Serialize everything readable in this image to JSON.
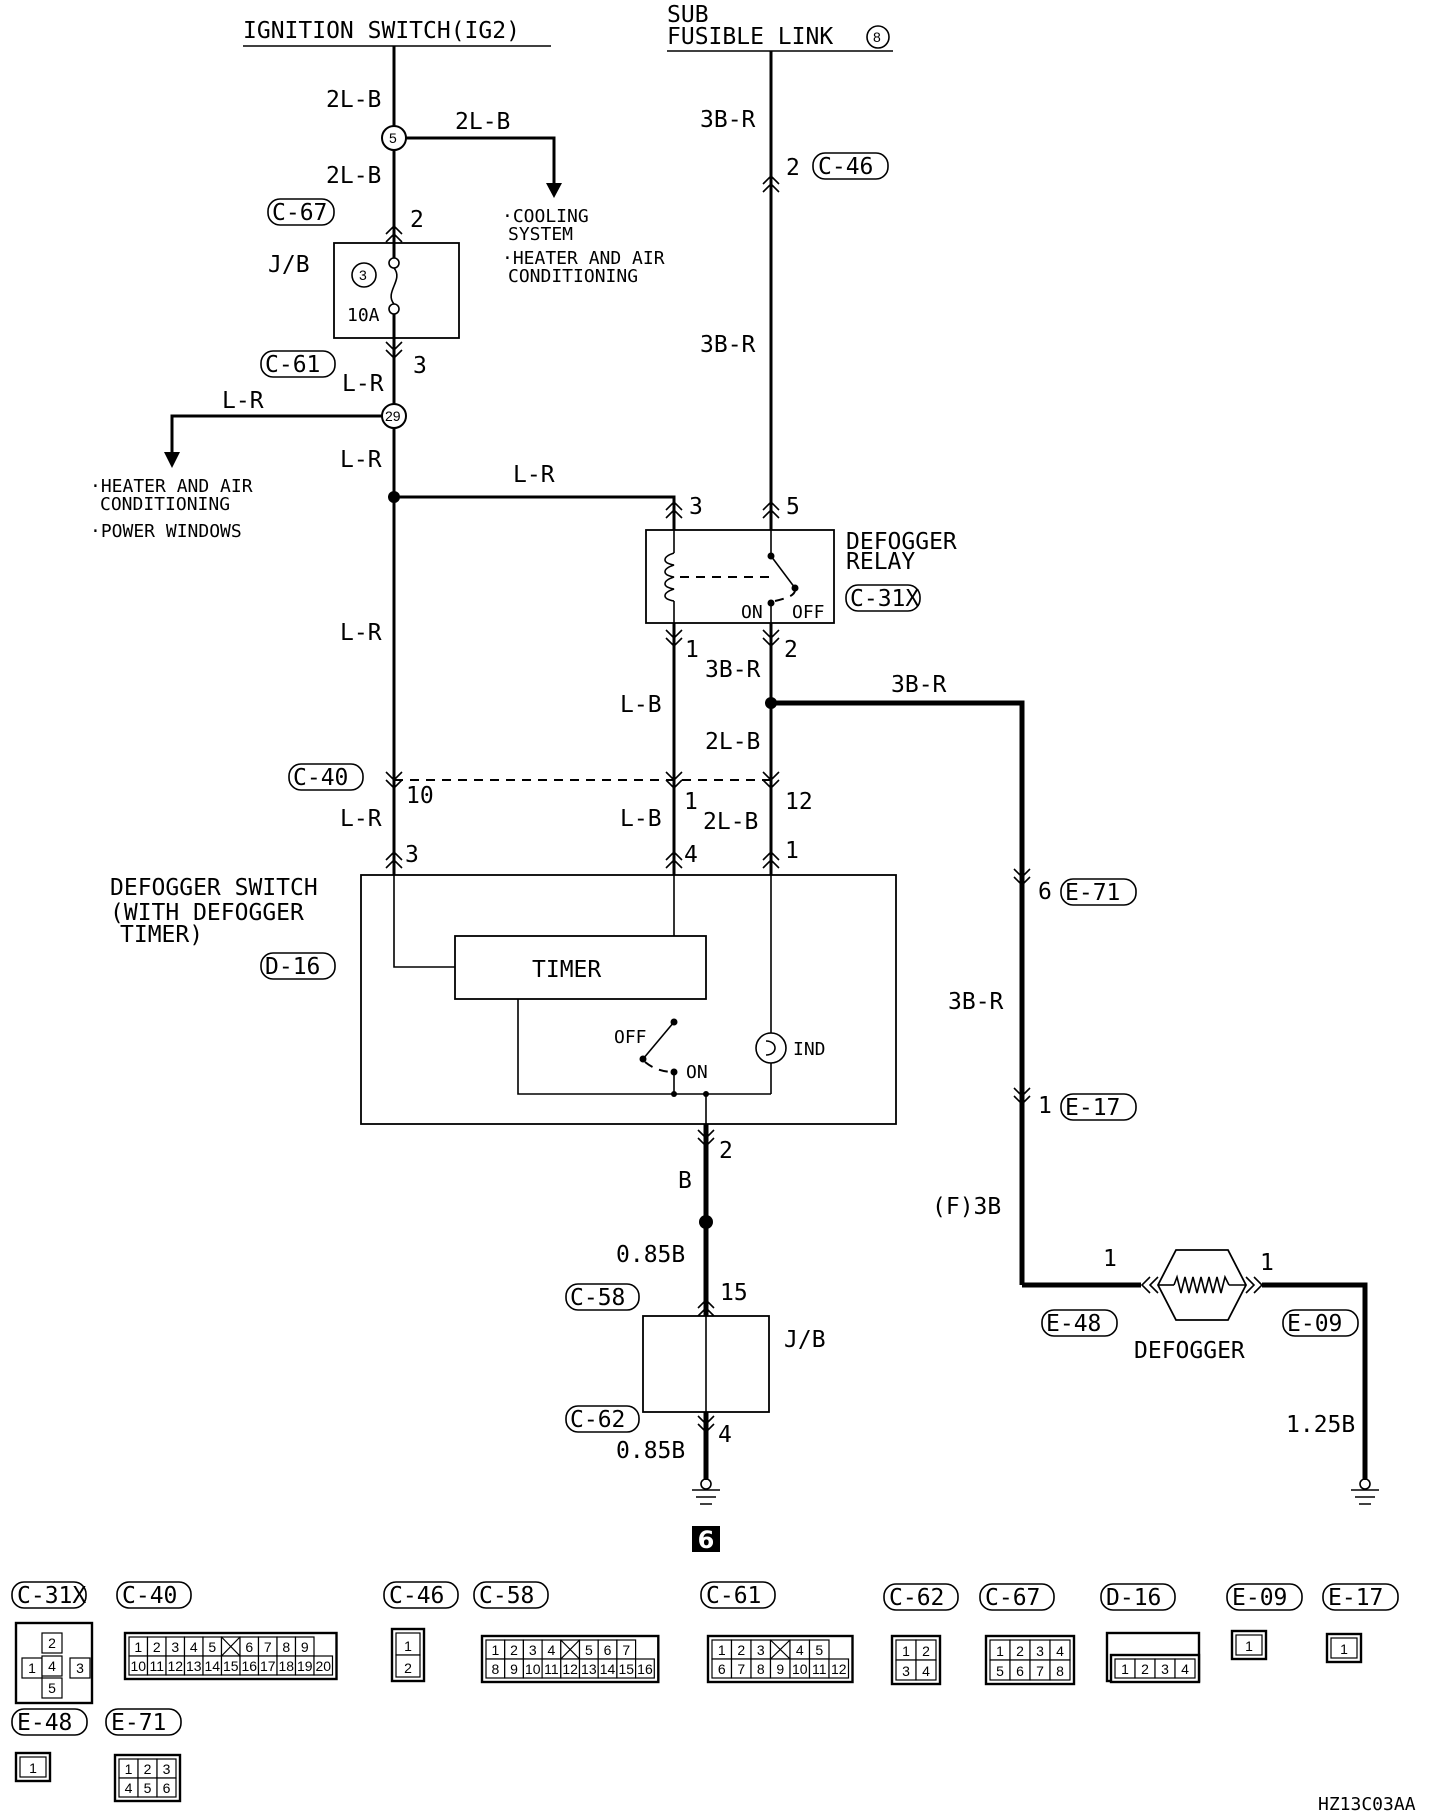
{
  "sources": {
    "ignition": "IGNITION SWITCH(IG2)",
    "fusible_line1": "SUB",
    "fusible_line2": "FUSIBLE LINK",
    "fusible_num": "8"
  },
  "wire_labels": {
    "w_2lb_a": "2L-B",
    "w_2lb_b": "2L-B",
    "w_2lb_c": "2L-B",
    "w_lr_1": "L-R",
    "w_lr_2": "L-R",
    "w_lr_3": "L-R",
    "w_lr_4": "L-R",
    "w_lr_5": "L-R",
    "w_lr_6": "L-R",
    "w_3br_1": "3B-R",
    "w_3br_2": "3B-R",
    "w_3br_3": "3B-R",
    "w_3br_4": "3B-R",
    "w_3br_5": "3B-R",
    "w_lb_1": "L-B",
    "w_lb_2": "L-B",
    "w_2lb_d": "2L-B",
    "w_2lb_e": "2L-B",
    "w_b": "B",
    "w_085b_1": "0.85B",
    "w_085b_2": "0.85B",
    "w_f3b": "(F)3B",
    "w_125b": "1.25B"
  },
  "splices": {
    "s5": "5",
    "s29": "29"
  },
  "connectors": {
    "c67": "C-67",
    "c61": "C-61",
    "c46": "C-46",
    "c31x": "C-31X",
    "c40": "C-40",
    "d16": "D-16",
    "e71": "E-71",
    "e17": "E-17",
    "e48": "E-48",
    "e09": "E-09",
    "c58": "C-58",
    "c62": "C-62"
  },
  "pins": {
    "p_c67": "2",
    "p_c61": "3",
    "p_c46": "2",
    "p_relay3": "3",
    "p_relay5": "5",
    "p_relay1": "1",
    "p_relay2": "2",
    "p_c40_10": "10",
    "p_c40_1": "1",
    "p_c40_12": "12",
    "p_sw3": "3",
    "p_sw4": "4",
    "p_sw1": "1",
    "p_sw2": "2",
    "p_e71": "6",
    "p_e17": "1",
    "p_c58": "15",
    "p_c62": "4",
    "p_def1a": "1",
    "p_def1b": "1"
  },
  "components": {
    "jb": "J/B",
    "fuse_num": "3",
    "fuse_rating": "10A",
    "relay_line1": "DEFOGGER",
    "relay_line2": "RELAY",
    "relay_on": "ON",
    "relay_off": "OFF",
    "switch_line1": "DEFOGGER SWITCH",
    "switch_line2": "(WITH DEFOGGER",
    "switch_line3": "TIMER)",
    "timer": "TIMER",
    "sw_off": "OFF",
    "sw_on": "ON",
    "ind": "IND",
    "jb2": "J/B",
    "defogger": "DEFOGGER",
    "ground_ref": "6"
  },
  "notes": {
    "cooling1": "·COOLING",
    "cooling2": "SYSTEM",
    "heater1": "·HEATER AND AIR",
    "heater2": "CONDITIONING",
    "heater3": "·HEATER AND AIR",
    "heater4": "CONDITIONING",
    "power": "·POWER WINDOWS"
  },
  "legend": {
    "c31x": {
      "label": "C-31X",
      "pins": [
        "2",
        "1",
        "4",
        "3",
        "5"
      ]
    },
    "c40": {
      "label": "C-40",
      "row1": [
        "1",
        "2",
        "3",
        "4",
        "5",
        "",
        "6",
        "7",
        "8",
        "9"
      ],
      "row2": [
        "10",
        "11",
        "12",
        "13",
        "14",
        "15",
        "16",
        "17",
        "18",
        "19",
        "20"
      ]
    },
    "c46": {
      "label": "C-46",
      "pins": [
        "1",
        "2"
      ]
    },
    "c58": {
      "label": "C-58",
      "row1": [
        "1",
        "2",
        "3",
        "4",
        "",
        "5",
        "6",
        "7"
      ],
      "row2": [
        "8",
        "9",
        "10",
        "11",
        "12",
        "13",
        "14",
        "15",
        "16"
      ]
    },
    "c61": {
      "label": "C-61",
      "row1": [
        "1",
        "2",
        "3",
        "",
        "4",
        "5"
      ],
      "row2": [
        "6",
        "7",
        "8",
        "9",
        "10",
        "11",
        "12"
      ]
    },
    "c62": {
      "label": "C-62",
      "row1": [
        "1",
        "2"
      ],
      "row2": [
        "3",
        "4"
      ]
    },
    "c67": {
      "label": "C-67",
      "row1": [
        "1",
        "2",
        "3",
        "4"
      ],
      "row2": [
        "5",
        "6",
        "7",
        "8"
      ]
    },
    "d16": {
      "label": "D-16",
      "row1": [
        "1",
        "2",
        "3",
        "4"
      ]
    },
    "e09": {
      "label": "E-09",
      "pins": [
        "1"
      ]
    },
    "e17": {
      "label": "E-17",
      "pins": [
        "1"
      ]
    },
    "e48": {
      "label": "E-48",
      "pins": [
        "1"
      ]
    },
    "e71": {
      "label": "E-71",
      "row1": [
        "1",
        "2",
        "3"
      ],
      "row2": [
        "4",
        "5",
        "6"
      ]
    }
  },
  "footer": {
    "code": "HZ13C03AA"
  }
}
